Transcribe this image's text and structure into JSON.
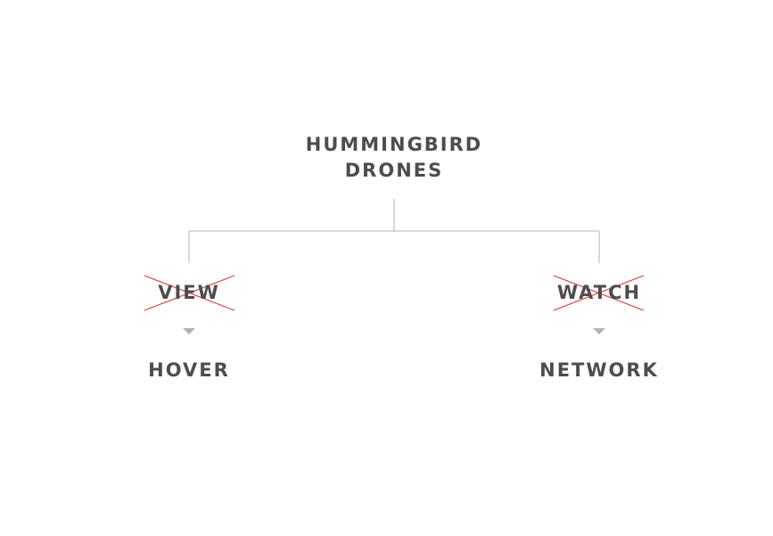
{
  "diagram": {
    "root": {
      "line1": "HUMMINGBIRD",
      "line2": "DRONES"
    },
    "branches": [
      {
        "crossed_out": "VIEW",
        "replacement": "HOVER"
      },
      {
        "crossed_out": "WATCH",
        "replacement": "NETWORK"
      }
    ],
    "colors": {
      "text": "#4d4d4d",
      "connector": "#cccccc",
      "arrow": "#b3b3b3",
      "strike": "#e0302a"
    }
  }
}
